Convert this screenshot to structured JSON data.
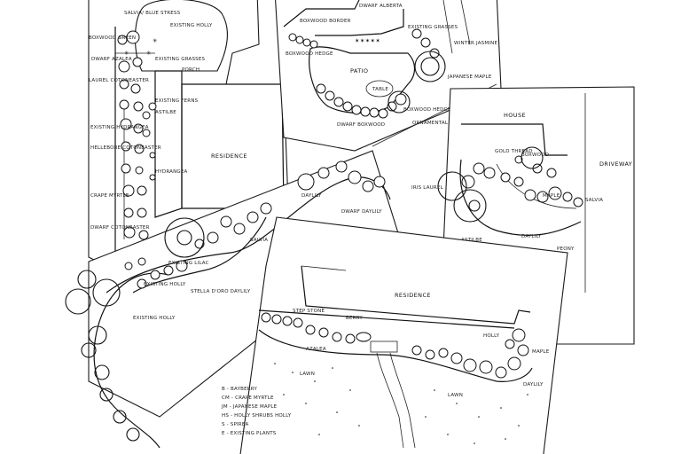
{
  "sheet_top_left": {
    "labels": {
      "existing_holly": "EXISTING HOLLY",
      "salvia_blue_stress": "SALVIA/ BLUE STRESS",
      "boxwood_green": "BOXWOOD GREEN",
      "dwarf_azalea": "DWARF AZALEA",
      "existing_grasses": "EXISTING GRASSES",
      "laurel_cotoneaster": "LAUREL COTONEASTER",
      "existing_ferns": "EXISTING FERNS",
      "astilbe": "ASTILBE",
      "porch": "PORCH",
      "residence": "RESIDENCE",
      "existing_hydrangea": "EXISTING HYDRANGEA",
      "hellebore_cotoneaster": "HELLEBORE COTONEASTER",
      "hydrangea": "HYDRANGEA",
      "crape_myrtle": "CRAPE MYRTLE",
      "dwarf_cotoneaster": "DWARF COTONEASTER"
    }
  },
  "sheet_top_middle": {
    "labels": {
      "boxwood_border": "BOXWOOD BORDER",
      "boxwood_hedge": "BOXWOOD HEDGE",
      "dwarf_alberta": "DWARF ALBERTA",
      "existing_grasses": "EXISTING GRASSES",
      "winter_jasmine": "WINTER JASMINE",
      "patio": "PATIO",
      "japanese_maple": "JAPANESE MAPLE",
      "table": "TABLE",
      "boxwood_hedge_2": "BOXWOOD HEDGE",
      "dwarf_boxwood": "DWARF BOXWOOD",
      "ornamental_grass": "ORNAMENTAL GRASS"
    }
  },
  "sheet_right": {
    "labels": {
      "house": "HOUSE",
      "driveway": "DRIVEWAY",
      "boxwood": "BOXWOOD",
      "gold_thread_cypress": "GOLD THREAD",
      "iris_laurel": "IRIS LAUREL",
      "salvia": "SALVIA",
      "astilbe": "ASTILBE",
      "daylily": "DAYLILY",
      "peony": "PEONY",
      "maple": "MAPLE"
    }
  },
  "sheet_middle_left": {
    "labels": {
      "existing_lilac": "EXISTING LILAC",
      "salvia": "SALVIA",
      "dwarf_daylily": "DWARF DAYLILY",
      "existing_holly": "EXISTING HOLLY",
      "stella_doro_daylily": "STELLA D'ORO DAYLILY",
      "existing_holly_2": "EXISTING HOLLY",
      "daylily": "DAYLILY"
    }
  },
  "sheet_bottom": {
    "labels": {
      "residence": "RESIDENCE",
      "step_stone": "STEP STONE",
      "berry": "BERRY",
      "azalea": "AZALEA",
      "holly": "HOLLY",
      "lawn_left": "LAWN",
      "lawn_bottom": "LAWN",
      "maple": "MAPLE",
      "daylily": "DAYLILY"
    },
    "legend": [
      "B - BAYBERRY",
      "CM - CRAPE MYRTLE",
      "JM - JAPANESE MAPLE",
      "HS - HOLLY SHRUBS HOLLY",
      "S - SPIREA",
      "E - EXISTING PLANTS"
    ]
  }
}
